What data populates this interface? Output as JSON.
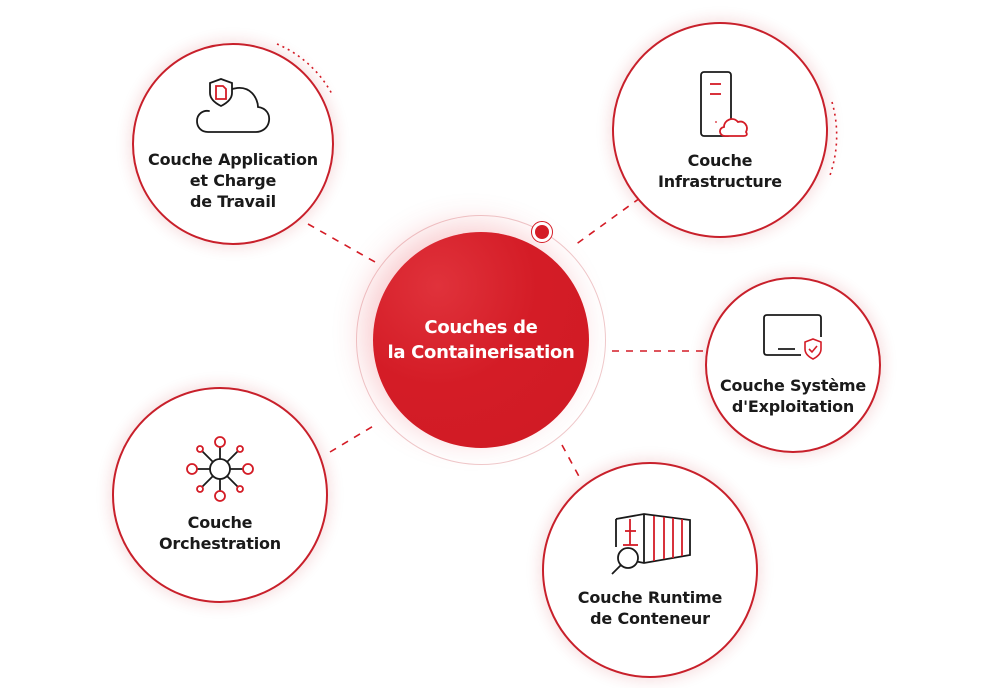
{
  "diagram": {
    "title": "Couches de\nla Containerisation",
    "accent_color": "#d41c26",
    "border_color": "#c8202b",
    "text_color": "#1a1a1a",
    "nodes": [
      {
        "id": "application",
        "label": "Couche Application\net Charge\nde Travail",
        "icon": "cloud-shield-document-icon"
      },
      {
        "id": "infrastructure",
        "label": "Couche\nInfrastructure",
        "icon": "server-cloud-icon"
      },
      {
        "id": "os",
        "label": "Couche Système\nd'Exploitation",
        "icon": "monitor-shield-icon"
      },
      {
        "id": "orchestration",
        "label": "Couche\nOrchestration",
        "icon": "network-hub-icon"
      },
      {
        "id": "runtime",
        "label": "Couche Runtime\nde Conteneur",
        "icon": "container-magnifier-icon"
      }
    ]
  }
}
